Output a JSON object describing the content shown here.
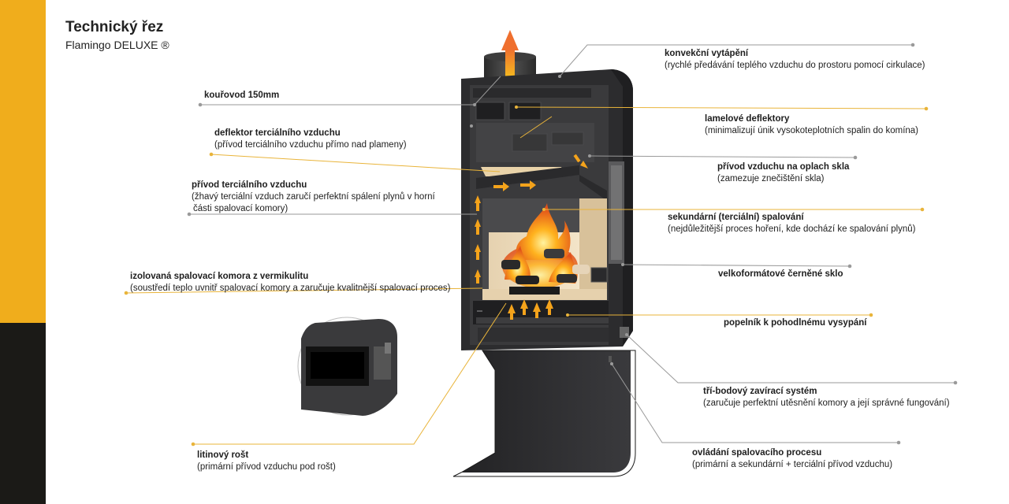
{
  "header": {
    "title": "Technický řez",
    "subtitle": "Flamingo DELUXE ®"
  },
  "colors": {
    "accent": "#f0ad1c",
    "dark": "#1b1a17",
    "stove": "#2c2c2e",
    "flame": "#f39a1a",
    "leader_yellow": "#e9b43a",
    "leader_gray": "#9a9a9a"
  },
  "labels": {
    "kourovod": {
      "title": "kouřovod 150mm"
    },
    "deflektor": {
      "title": "deflektor terciálního vzduchu",
      "desc": "(přívod terciálního vzduchu přímo nad plameny)"
    },
    "privod_terc": {
      "title": "přívod terciálního vzduchu",
      "desc": "(žhavý terciální vzduch zaručí perfektní spálení plynů v horní",
      "desc2": "části spalovací komory)"
    },
    "izolovana": {
      "title": "izolovaná spalovací komora z vermikulitu",
      "desc": "(soustředí teplo uvnitř spalovací komory a zaručuje kvalitnější spalovací proces)"
    },
    "litinovy": {
      "title": "litinový rošt",
      "desc": "(primární přívod vzduchu pod rošt)"
    },
    "konvekcni": {
      "title": "konvekční vytápění",
      "desc": "(rychlé předávání teplého vzduchu do prostoru pomocí cirkulace)"
    },
    "lamelove": {
      "title": "lamelové deflektory",
      "desc": "(minimalizují únik vysokoteplotních spalin do komína)"
    },
    "oplach": {
      "title": "přívod vzduchu na oplach skla",
      "desc": "(zamezuje znečištění skla)"
    },
    "sekundarni": {
      "title": "sekundární (terciální) spalování",
      "desc": "(nejdůležitější proces hoření, kde dochází ke spalování plynů)"
    },
    "sklo": {
      "title": "velkoformátové černěné sklo"
    },
    "popelnik": {
      "title": "popelník k pohodlnému vysypání"
    },
    "tribodovy": {
      "title": "tří-bodový zavírací systém",
      "desc": "(zaručuje perfektní utěsnění komory a její správné fungování)"
    },
    "ovladani": {
      "title": "ovládání spalovacího procesu",
      "desc": "(primární a sekundární + terciální přívod vzduchu)"
    }
  }
}
